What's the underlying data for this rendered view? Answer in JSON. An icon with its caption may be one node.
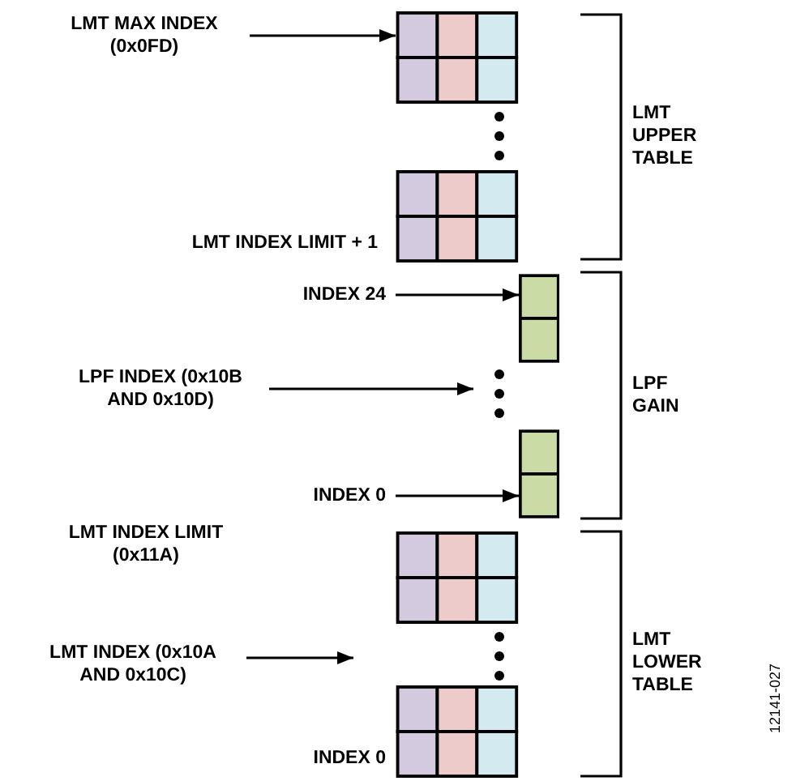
{
  "diagram": {
    "nodes": [
      {
        "text": [
          "LMT MAX INDEX (0x0FD)"
        ]
      },
      {
        "text": [],
        "shape": "box"
      },
      {
        "text": [],
        "shape": "box",
        "beside": [
          "LMT INDEX LIMIT + 1"
        ]
      },
      {
        "text": [
          "INDEX 24"
        ]
      },
      {
        "text": [],
        "shape": "box"
      },
      {
        "text": [
          "LPF INDEX (0x10B AND 0x10D)"
        ]
      },
      {
        "text": [],
        "shape": "box"
      },
      {
        "text": [
          "INDEX 0"
        ]
      },
      {
        "text": [],
        "shape": "box"
      },
      {
        "text": [
          "LMT INDEX (0x10A AND 0x10C)"
        ]
      },
      {
        "text": [],
        "shape": "box",
        "beside": [
          "INDEX 0"
        ]
      }
    ],
    "edges": [
      {
        "from": 0,
        "to": 1,
        "arrow": "to"
      },
      {
        "from": 3,
        "to": 4,
        "arrow": "to"
      },
      {
        "from": 5,
        "to": null,
        "arrow": "to"
      },
      {
        "from": 7,
        "to": 6,
        "arrow": "to"
      },
      {
        "from": 9,
        "to": null,
        "arrow": "to"
      }
    ],
    "labels": [
      "LMT UPPER TABLE",
      "LPF GAIN",
      "LMT INDEX LIMIT (0x11A)",
      "LMT LOWER TABLE",
      "12141-027"
    ]
  }
}
